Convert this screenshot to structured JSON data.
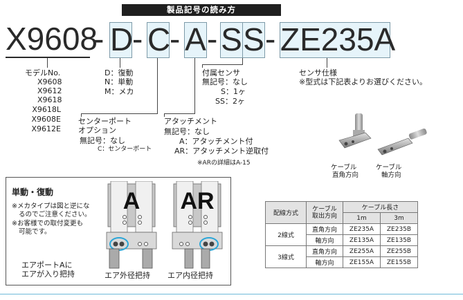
{
  "title": "製品記号の読み方",
  "code": {
    "model": "X9608",
    "dash": "-",
    "seg1": "D",
    "seg2": "C",
    "seg3": "A",
    "seg4a": "S",
    "seg4b": "S",
    "seg5": "ZE235A"
  },
  "model_group": {
    "heading": "モデルNo.",
    "items": [
      "X9608",
      "X9612",
      "X9618",
      "X9618L",
      "X9608E",
      "X9612E"
    ]
  },
  "action_group": [
    "D：復動",
    "N：単動",
    "M：メカ"
  ],
  "center_port": {
    "heading1": "センターポート",
    "heading2": "オプション",
    "row1": "無記号：なし",
    "row2": "C：センターポート"
  },
  "attachment": {
    "heading": "アタッチメント",
    "row1": "無記号：なし",
    "row2": "A：アタッチメント付",
    "row3": "AR：アタッチメント逆取付",
    "note": "※ARの詳細はA-15"
  },
  "sensor_attach": {
    "heading": "付属センサ",
    "row1": "無記号：なし",
    "row2": "S：1ヶ",
    "row3": "SS：2ヶ"
  },
  "sensor_spec": {
    "heading": "センサ仕様",
    "note": "※型式は下記表よりお選びください。"
  },
  "cable_labels": {
    "left1": "ケーブル",
    "left2": "直角方向",
    "right1": "ケーブル",
    "right2": "軸方向"
  },
  "panel": {
    "title": "単動・復動",
    "note1": "※メカタイプは図と逆にな",
    "note2": "るのでご注意ください。",
    "note3": "※お客様での取付変更も",
    "note4": "可能です。",
    "port1": "エアポートAに",
    "port2": "エアが入り把持",
    "fig_a": "A",
    "fig_ar": "AR",
    "cap_a": "エア外径把持",
    "cap_ar": "エア内径把持"
  },
  "table": {
    "h_wiring": "配線方式",
    "h_take1": "ケーブル",
    "h_take2": "取出方向",
    "h_len": "ケーブル長さ",
    "h_1m": "1m",
    "h_3m": "3m",
    "rows": [
      {
        "wiring": "2線式",
        "dir": "直角方向",
        "m1": "ZE235A",
        "m3": "ZE235B"
      },
      {
        "wiring": "",
        "dir": "軸方向",
        "m1": "ZE135A",
        "m3": "ZE135B"
      },
      {
        "wiring": "3線式",
        "dir": "直角方向",
        "m1": "ZE255A",
        "m3": "ZE255B"
      },
      {
        "wiring": "",
        "dir": "軸方向",
        "m1": "ZE155A",
        "m3": "ZE155B"
      }
    ]
  },
  "colors": {
    "highlight_box": "#e6f4fa",
    "ring": "#2aa6d8",
    "footer": "#6db9d9"
  }
}
